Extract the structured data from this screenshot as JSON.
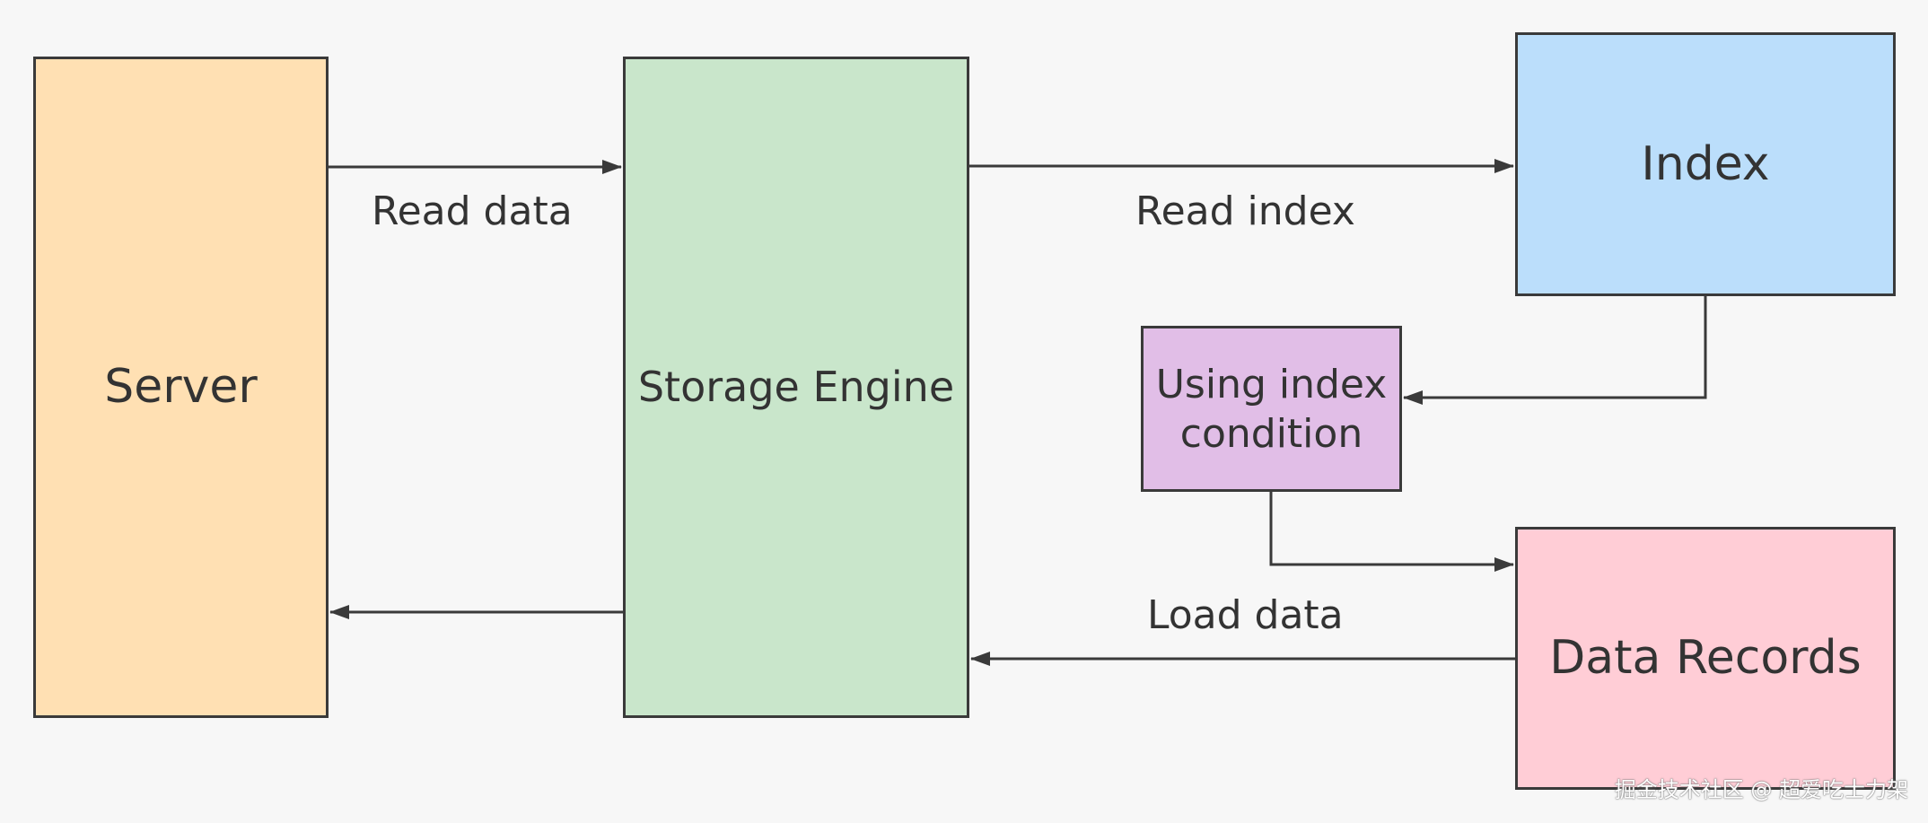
{
  "nodes": {
    "server": "Server",
    "storage_engine": "Storage Engine",
    "index": "Index",
    "using_index_condition": "Using index condition",
    "data_records": "Data Records"
  },
  "edge_labels": {
    "read_data": "Read data",
    "read_index": "Read index",
    "load_data": "Load data"
  },
  "edges": [
    {
      "from": "server",
      "to": "storage_engine",
      "label": "Read data"
    },
    {
      "from": "storage_engine",
      "to": "index",
      "label": "Read index"
    },
    {
      "from": "index",
      "to": "using_index_condition"
    },
    {
      "from": "using_index_condition",
      "to": "data_records"
    },
    {
      "from": "data_records",
      "to": "storage_engine",
      "label": "Load data"
    },
    {
      "from": "storage_engine",
      "to": "server"
    }
  ],
  "watermark": "掘金技术社区 @ 超爱吃士力架",
  "colors": {
    "server": "#ffe0b3",
    "storage_engine": "#c9e6cb",
    "index": "#bbdefb",
    "using_index_condition": "#e1bee7",
    "data_records": "#ffcdd6",
    "stroke": "#3a3a3a",
    "background": "#f7f7f7"
  }
}
